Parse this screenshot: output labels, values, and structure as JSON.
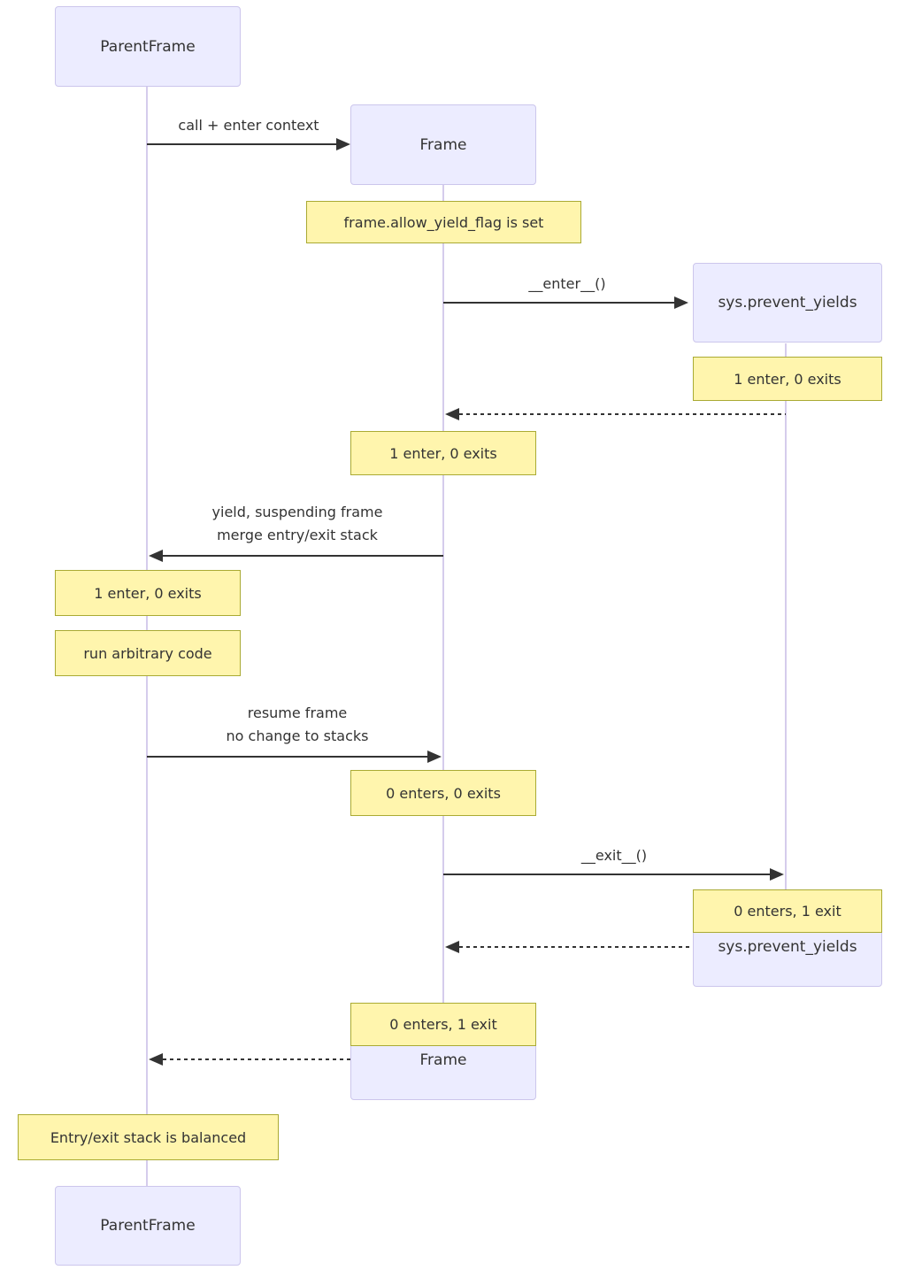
{
  "diagram_type": "sequence-diagram",
  "colors": {
    "actor_fill": "#ececff",
    "actor_border": "#ccc6ec",
    "note_fill": "#fff5ad",
    "note_border": "#aaaa33",
    "lifeline": "#d5ccec",
    "text": "#333333",
    "arrow": "#333333"
  },
  "actors": {
    "parentframe": "ParentFrame",
    "frame": "Frame",
    "sys_prevent_yields": "sys.prevent_yields"
  },
  "messages": {
    "call_enter_context": "call + enter context",
    "enter": "__enter__()",
    "yield_line1": "yield, suspending frame",
    "yield_line2": "merge entry/exit stack",
    "resume_line1": "resume frame",
    "resume_line2": "no change to stacks",
    "exit": "__exit__()"
  },
  "notes": {
    "allow_yield_flag": "frame.allow_yield_flag is set",
    "sys_after_enter": "1 enter, 0 exits",
    "frame_after_enter": "1 enter, 0 exits",
    "parent_after_yield": "1 enter, 0 exits",
    "run_arbitrary_code": "run arbitrary code",
    "frame_after_resume": "0 enters, 0 exits",
    "sys_after_exit": "0 enters, 1 exit",
    "frame_after_exit": "0 enters, 1 exit",
    "balanced": "Entry/exit stack is balanced"
  }
}
